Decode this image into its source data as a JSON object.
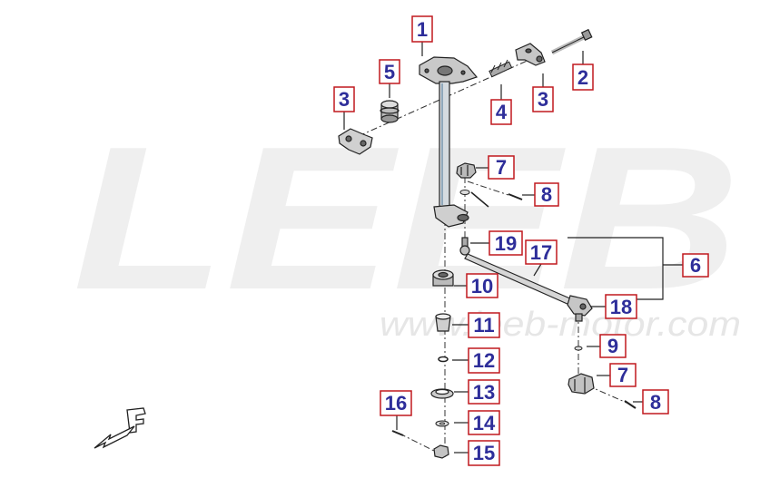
{
  "watermark": {
    "brand": "LEEB",
    "url": "www.leeb-motor.com",
    "color": "#eeeeee"
  },
  "callout_style": {
    "text_color": "#2e2e9a",
    "border_color": "#c0191e",
    "fill": "#ffffff"
  },
  "callouts": [
    "1",
    "2",
    "3",
    "3",
    "4",
    "5",
    "6",
    "7",
    "7",
    "8",
    "8",
    "9",
    "10",
    "11",
    "12",
    "13",
    "14",
    "15",
    "16",
    "17",
    "18",
    "19"
  ],
  "orientation_icon": "forward-direction-icon"
}
